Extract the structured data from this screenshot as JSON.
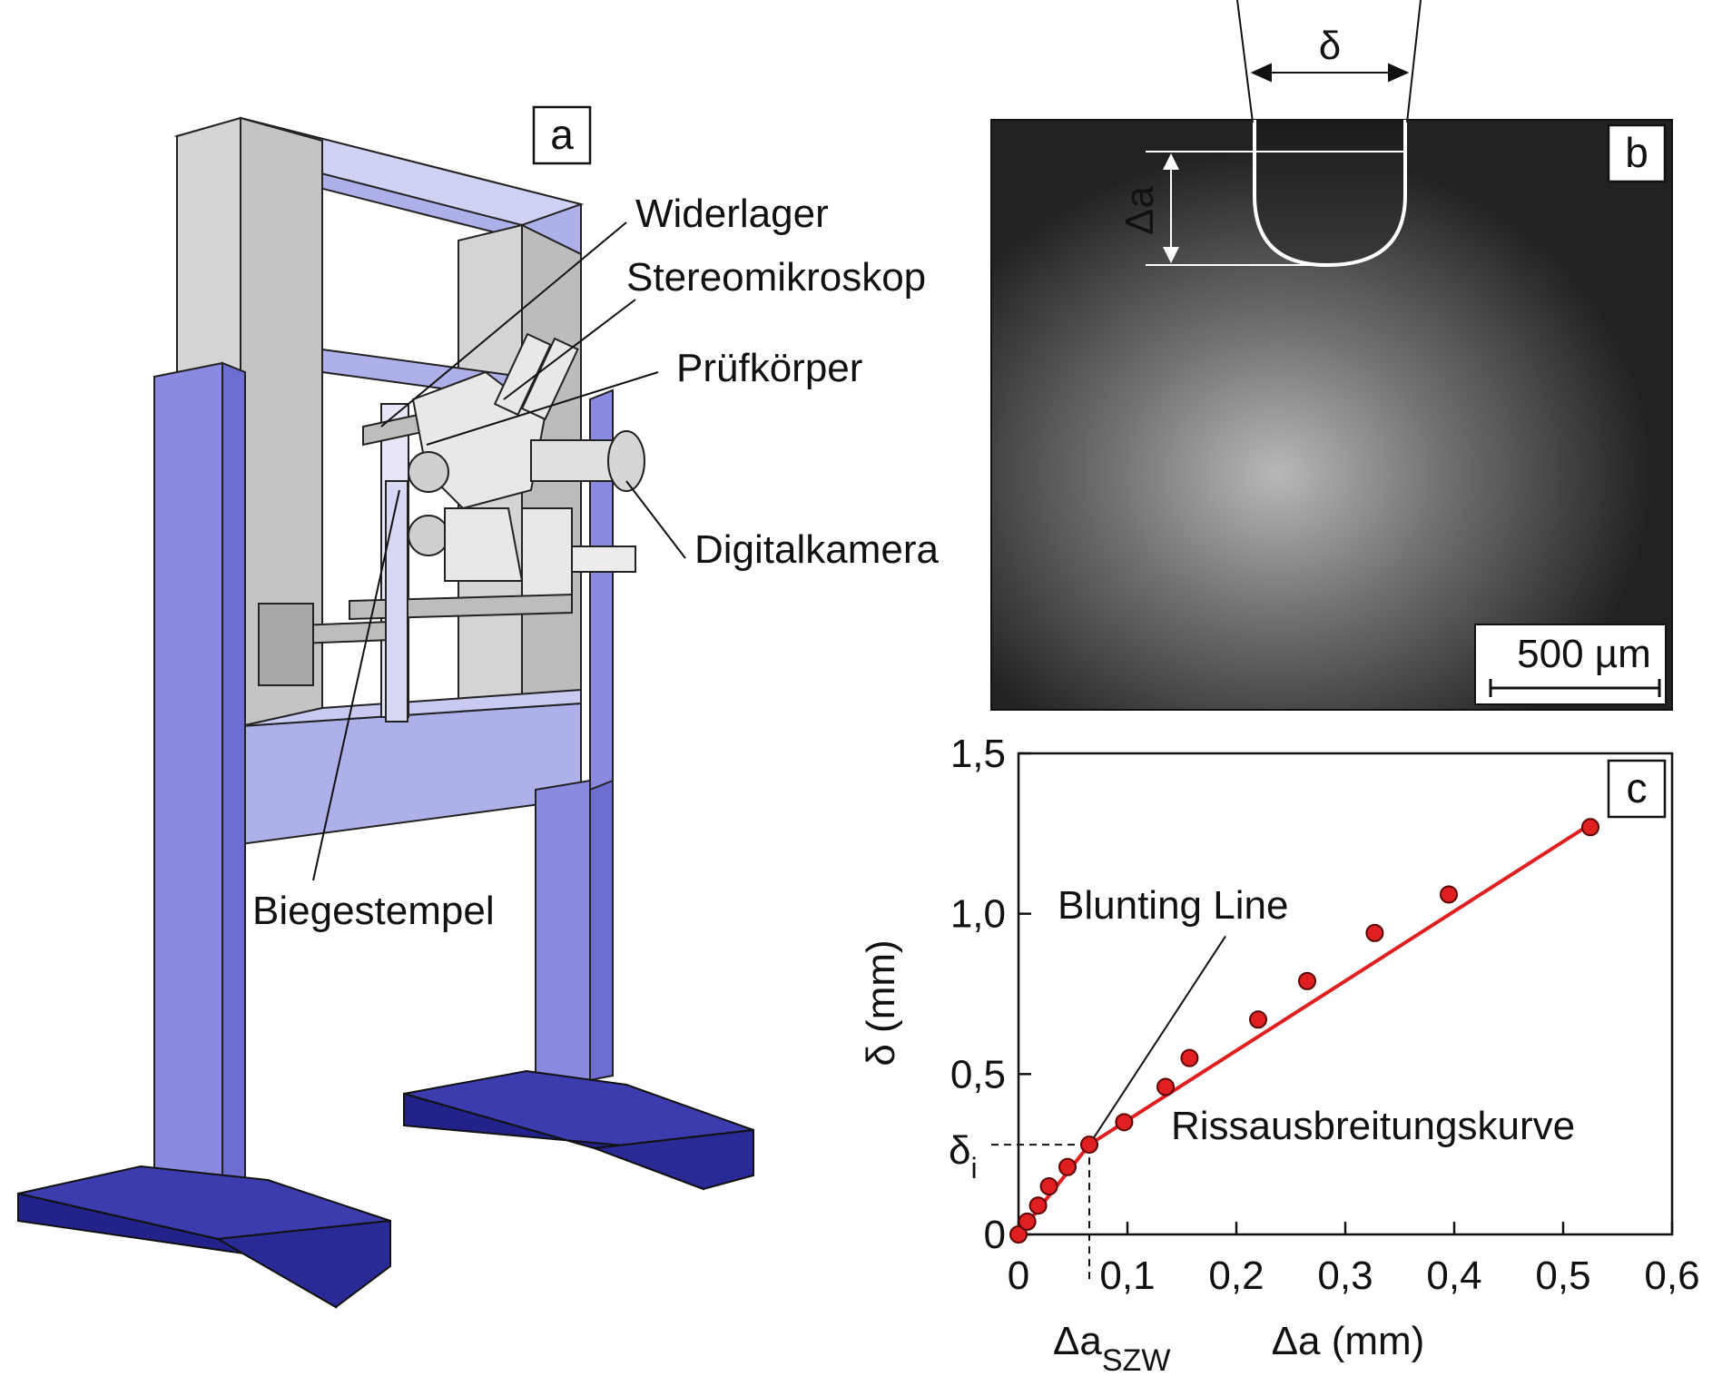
{
  "panels": {
    "a": {
      "letter": "a",
      "labels": {
        "widerlager": "Widerlager",
        "stereomikroskop": "Stereomikroskop",
        "pruefkoerper": "Prüfkörper",
        "digitalkamera": "Digitalkamera",
        "biegestempel": "Biegestempel"
      }
    },
    "b": {
      "letter": "b",
      "delta_symbol": "δ",
      "delta_a_label": "Δa",
      "scale_bar": "500 µm"
    },
    "c": {
      "letter": "c",
      "blunting_label": "Blunting Line",
      "curve_label": "Rissausbreitungskurve",
      "delta_i_main": "δ",
      "delta_i_sub": "i",
      "szw_main": "Δa",
      "szw_sub": "SZW"
    }
  },
  "colors": {
    "frame_blue": "#8a8ae0",
    "frame_light": "#aeb0ea",
    "frame_grey": "#d4d4d4",
    "foot_blue": "#2e2e9c",
    "curve_red": "#e02020"
  },
  "chart_data": {
    "type": "scatter",
    "xlabel": "Δa (mm)",
    "ylabel": "δ (mm)",
    "xlim": [
      0,
      0.6
    ],
    "ylim": [
      0,
      1.5
    ],
    "xticks": [
      "0",
      "0,1",
      "0,2",
      "0,3",
      "0,4",
      "0,5",
      "0,6"
    ],
    "yticks": [
      "0",
      "0,5",
      "1,0",
      "1,5"
    ],
    "xtick_values": [
      0,
      0.1,
      0.2,
      0.3,
      0.4,
      0.5,
      0.6
    ],
    "ytick_values": [
      0,
      0.5,
      1.0,
      1.5
    ],
    "points": [
      {
        "x": 0.0,
        "y": 0.0
      },
      {
        "x": 0.008,
        "y": 0.04
      },
      {
        "x": 0.018,
        "y": 0.09
      },
      {
        "x": 0.028,
        "y": 0.15
      },
      {
        "x": 0.045,
        "y": 0.21
      },
      {
        "x": 0.065,
        "y": 0.28
      },
      {
        "x": 0.097,
        "y": 0.35
      },
      {
        "x": 0.135,
        "y": 0.46
      },
      {
        "x": 0.157,
        "y": 0.55
      },
      {
        "x": 0.22,
        "y": 0.67
      },
      {
        "x": 0.265,
        "y": 0.79
      },
      {
        "x": 0.327,
        "y": 0.94
      },
      {
        "x": 0.395,
        "y": 1.06
      },
      {
        "x": 0.525,
        "y": 1.27
      }
    ],
    "fit_line": [
      [
        0.0,
        0.0
      ],
      [
        0.065,
        0.28
      ],
      [
        0.53,
        1.29
      ]
    ],
    "blunting_line": [
      [
        0.065,
        0.28
      ],
      [
        0.19,
        0.93
      ]
    ],
    "initiation": {
      "x": 0.065,
      "y": 0.28
    },
    "grid": false
  }
}
